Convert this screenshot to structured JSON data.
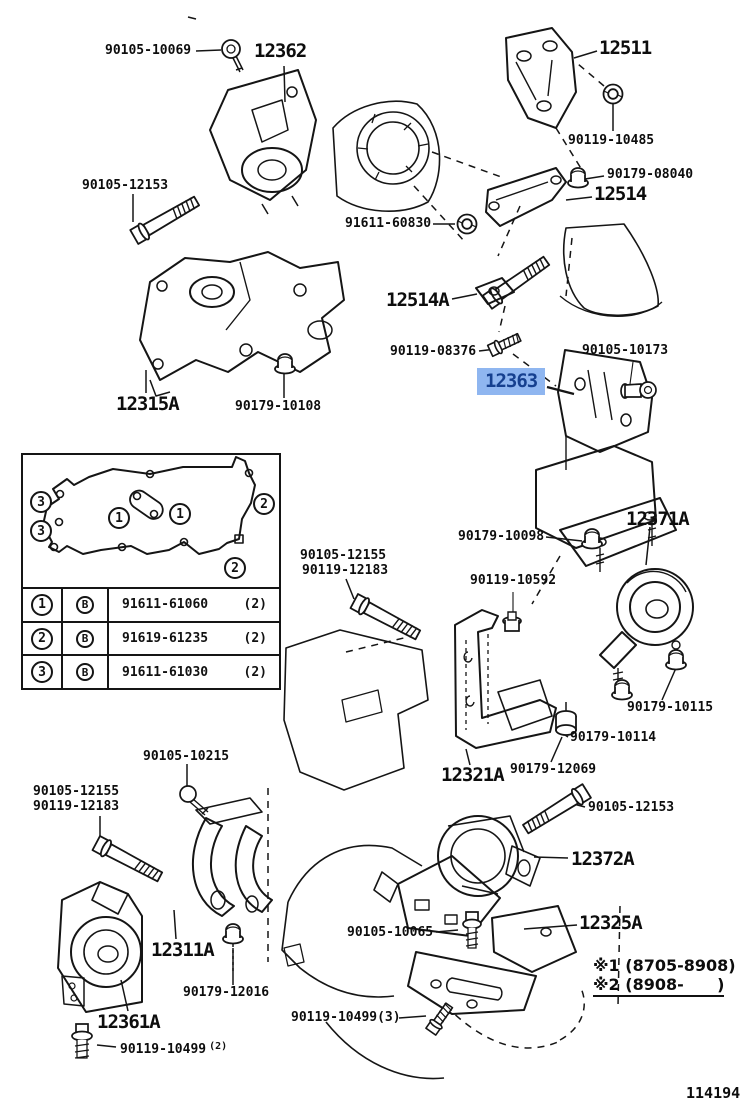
{
  "highlight": {
    "bg": "#8fb6f0",
    "fg": "#16408f"
  },
  "doc_number": "114194",
  "labels": {
    "b10069": "90105-10069",
    "p12362": "12362",
    "p12511": "12511",
    "b10485": "90119-10485",
    "b08040": "90179-08040",
    "p12514": "12514",
    "b60830": "91611-60830",
    "b12153a": "90105-12153",
    "p12514A": "12514A",
    "p12315A": "12315A",
    "b10108": "90179-10108",
    "b08376": "90119-08376",
    "b10173": "90105-10173",
    "p12363": "12363",
    "p12371A": "12371A",
    "b10098": "90179-10098",
    "b12155m": "90105-12155",
    "b12183m": "90119-12183",
    "b10592": "90119-10592",
    "b10115": "90179-10115",
    "b10114": "90179-10114",
    "p12321A": "12321A",
    "b12069": "90179-12069",
    "b12153b": "90105-12153",
    "p12372A": "12372A",
    "p12325A": "12325A",
    "b10065": "90105-10065",
    "b10215": "90105-10215",
    "b12155bl": "90105-12155",
    "b12183bl": "90119-12183",
    "p12311A": "12311A",
    "b12016": "90179-12016",
    "p12361A": "12361A",
    "b10499a": "90119-10499",
    "b10499a_qty": "(2)",
    "b10499b": "90119-10499(3)"
  },
  "notes": {
    "n1": "※1 (8705-8908)",
    "n2": "※2 (8908-      )"
  },
  "inset": {
    "callouts": [
      "3",
      "3",
      "1",
      "1",
      "2",
      "2"
    ],
    "rows": [
      {
        "no": "1",
        "cls": "B",
        "part": "91611-61060",
        "qty": "(2)"
      },
      {
        "no": "2",
        "cls": "B",
        "part": "91619-61235",
        "qty": "(2)"
      },
      {
        "no": "3",
        "cls": "B",
        "part": "91611-61030",
        "qty": "(2)"
      }
    ]
  }
}
